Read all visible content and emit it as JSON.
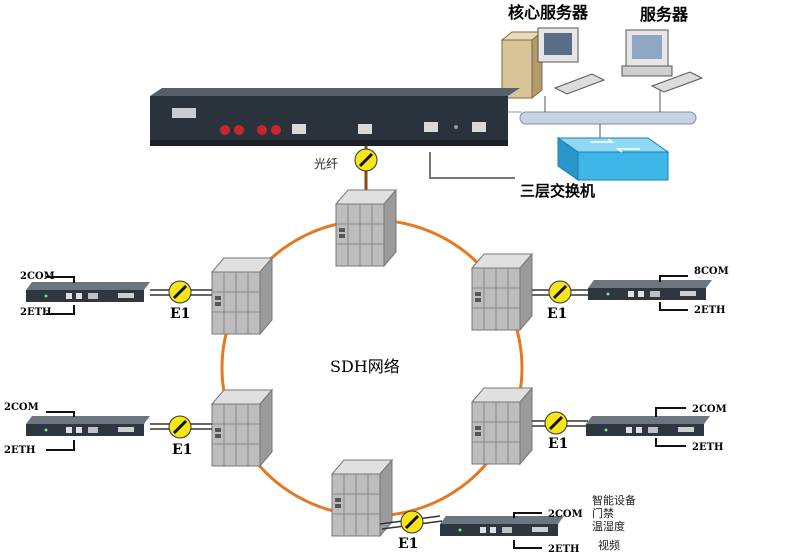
{
  "labels": {
    "core_server": "核心服务器",
    "server": "服务器",
    "fiber": "光纤",
    "l3_switch": "三层交换机",
    "sdh_network": "SDH网络"
  },
  "nodes": [
    {
      "id": "left-top",
      "top_port": "2COM",
      "bottom_port": "2ETH",
      "link": "E1"
    },
    {
      "id": "right-top",
      "top_port": "8COM",
      "bottom_port": "2ETH",
      "link": "E1"
    },
    {
      "id": "left-bottom",
      "top_port": "2COM",
      "bottom_port": "2ETH",
      "link": "E1"
    },
    {
      "id": "right-bottom",
      "top_port": "2COM",
      "bottom_port": "2ETH",
      "link": "E1"
    },
    {
      "id": "bottom",
      "top_port": "2COM",
      "bottom_port": "2ETH",
      "link": "E1"
    }
  ],
  "bottom_notes": [
    "智能设备",
    "门禁",
    "温湿度",
    "视频"
  ],
  "colors": {
    "ring": "#e87722",
    "switch": "#3fb6e8",
    "device": "#2e3740",
    "sdh": "#c8c8c8"
  }
}
